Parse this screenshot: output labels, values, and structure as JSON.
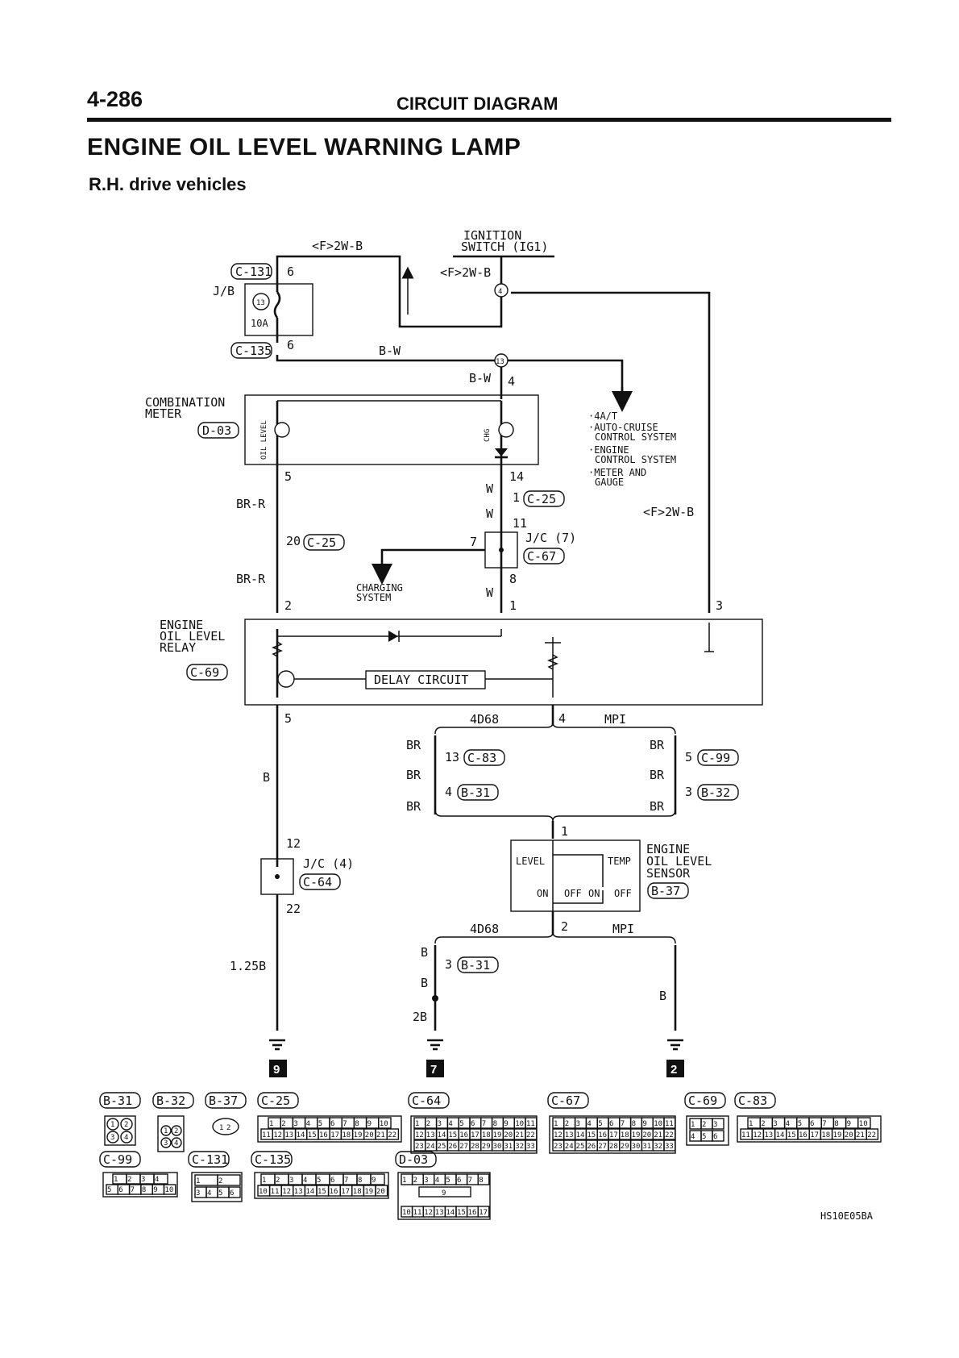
{
  "header": {
    "page_number": "4-286",
    "section_title": "CIRCUIT DIAGRAM",
    "main_title": "ENGINE OIL LEVEL WARNING LAMP",
    "subtitle": "R.H. drive vehicles"
  },
  "diagram": {
    "ignition_switch": [
      "IGNITION",
      "SWITCH (IG1)"
    ],
    "wires": {
      "f2wb_top": "<F>2W-B",
      "f2wb_ig": "<F>2W-B",
      "f2wb_right": "<F>2W-B",
      "bw_main": "B-W",
      "bw_meter": "B-W",
      "brr_1": "BR-R",
      "brr_2": "BR-R",
      "w_1": "W",
      "w_2": "W",
      "w_3": "W",
      "b_relay_out": "B",
      "b125": "1.25B",
      "br_l1": "BR",
      "br_l2": "BR",
      "br_l3": "BR",
      "br_r1": "BR",
      "br_r2": "BR",
      "br_r3": "BR",
      "b_s1": "B",
      "b_s2": "B",
      "b2": "2B",
      "b_right": "B"
    },
    "jb": {
      "label": "J/B",
      "fuse_no": "13",
      "fuse_rating": "10A",
      "conn_top": "C-131",
      "pin_top": "6",
      "conn_bottom": "C-135",
      "pin_bottom": "6"
    },
    "splices": {
      "s4": "4",
      "s13": "13"
    },
    "combination_meter": {
      "label": [
        "COMBINATION",
        "METER"
      ],
      "connector": "D-03",
      "oil_level_label": "OIL LEVEL",
      "chg_label": "CHG",
      "pin_left": "5",
      "pin_top": "4",
      "pin_right": "14"
    },
    "options_list": [
      "·4A/T",
      "·AUTO-CRUISE",
      "CONTROL SYSTEM",
      "·ENGINE",
      "CONTROL SYSTEM",
      "·METER AND",
      "GAUGE"
    ],
    "jc7": {
      "label": "J/C (7)",
      "connector": "C-67",
      "pin_in": "11",
      "pin_side": "7",
      "pin_out": "8",
      "c25_pin": "1",
      "c25": "C-25"
    },
    "c25_left": {
      "pin": "20",
      "connector": "C-25"
    },
    "charging_system": [
      "CHARGING",
      "SYSTEM"
    ],
    "relay": {
      "label": [
        "ENGINE",
        "OIL LEVEL",
        "RELAY"
      ],
      "connector": "C-69",
      "delay_circuit": "DELAY CIRCUIT",
      "pin_2": "2",
      "pin_1": "1",
      "pin_3": "3",
      "pin_5": "5",
      "pin_4": "4"
    },
    "variants": {
      "left": "4D68",
      "right": "MPI",
      "left2": "4D68",
      "right2": "MPI"
    },
    "sensor_harness": {
      "c83_pin": "13",
      "c83": "C-83",
      "b31_pin": "4",
      "b31": "B-31",
      "c99_pin": "5",
      "c99": "C-99",
      "b32_pin": "3",
      "b32": "B-32"
    },
    "sensor": {
      "label": [
        "ENGINE",
        "OIL LEVEL",
        "SENSOR"
      ],
      "connector": "B-37",
      "level": "LEVEL",
      "temp": "TEMP",
      "on1": "ON",
      "off1": "OFF",
      "on2": "ON",
      "off2": "OFF",
      "pin_1": "1",
      "pin_2": "2"
    },
    "jc4": {
      "label": "J/C (4)",
      "connector": "C-64",
      "pin_in": "12",
      "pin_out": "22"
    },
    "ground_b31": {
      "pin": "3",
      "connector": "B-31"
    },
    "grounds": [
      "9",
      "7",
      "2"
    ]
  },
  "connector_views": {
    "labels": [
      "B-31",
      "B-32",
      "B-37",
      "C-25",
      "C-64",
      "C-67",
      "C-69",
      "C-83",
      "C-99",
      "C-131",
      "C-135",
      "D-03"
    ],
    "b31_pins": [
      "1",
      "2",
      "3",
      "4"
    ],
    "b32_pins": [
      "1",
      "2",
      "3",
      "4"
    ],
    "b37_pins": [
      "1",
      "2"
    ],
    "c25_row1": [
      "1",
      "2",
      "3",
      "4",
      "5",
      "6",
      "7",
      "8",
      "9",
      "10"
    ],
    "c25_row2": [
      "11",
      "12",
      "13",
      "14",
      "15",
      "16",
      "17",
      "18",
      "19",
      "20",
      "21",
      "22"
    ],
    "c64_row1": [
      "1",
      "2",
      "3",
      "4",
      "5",
      "6",
      "7",
      "8",
      "9",
      "10",
      "11"
    ],
    "c64_row2": [
      "12",
      "13",
      "14",
      "15",
      "16",
      "17",
      "18",
      "19",
      "20",
      "21",
      "22"
    ],
    "c64_row3": [
      "23",
      "24",
      "25",
      "26",
      "27",
      "28",
      "29",
      "30",
      "31",
      "32",
      "33"
    ],
    "c67_row1": [
      "1",
      "2",
      "3",
      "4",
      "5",
      "6",
      "7",
      "8",
      "9",
      "10",
      "11"
    ],
    "c67_row2": [
      "12",
      "13",
      "14",
      "15",
      "16",
      "17",
      "18",
      "19",
      "20",
      "21",
      "22"
    ],
    "c67_row3": [
      "23",
      "24",
      "25",
      "26",
      "27",
      "28",
      "29",
      "30",
      "31",
      "32",
      "33"
    ],
    "c69_row1": [
      "1",
      "2",
      "3"
    ],
    "c69_row2": [
      "4",
      "5",
      "6"
    ],
    "c83_row1": [
      "1",
      "2",
      "3",
      "4",
      "5",
      "6",
      "7",
      "8",
      "9",
      "10"
    ],
    "c83_row2": [
      "11",
      "12",
      "13",
      "14",
      "15",
      "16",
      "17",
      "18",
      "19",
      "20",
      "21",
      "22"
    ],
    "c99_row1": [
      "1",
      "2",
      "3",
      "4"
    ],
    "c99_row2": [
      "5",
      "6",
      "7",
      "8",
      "9",
      "10"
    ],
    "c131_row1": [
      "1",
      "2"
    ],
    "c131_row2": [
      "3",
      "4",
      "5",
      "6"
    ],
    "c135_row1": [
      "1",
      "2",
      "3",
      "4",
      "5",
      "6",
      "7",
      "8",
      "9"
    ],
    "c135_row2": [
      "10",
      "11",
      "12",
      "13",
      "14",
      "15",
      "16",
      "17",
      "18",
      "19",
      "20"
    ],
    "d03_row1": [
      "1",
      "2",
      "3",
      "4",
      "5",
      "6",
      "7",
      "8"
    ],
    "d03_mid": "9",
    "d03_row2": [
      "10",
      "11",
      "12",
      "13",
      "14",
      "15",
      "16",
      "17"
    ]
  },
  "figure_code": "HS10E05BA"
}
